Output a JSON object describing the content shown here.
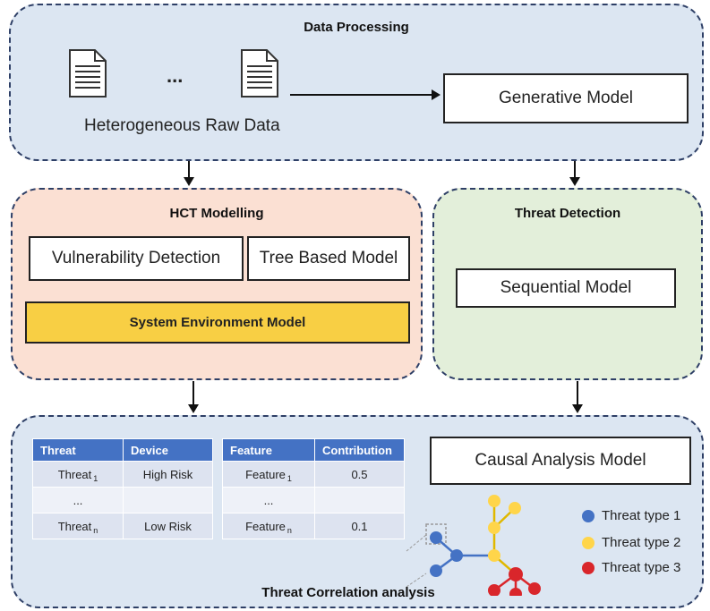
{
  "data_processing": {
    "title": "Data Processing",
    "ellipsis": "...",
    "raw_data_label": "Heterogeneous Raw Data",
    "generative_model": "Generative Model"
  },
  "hct_modelling": {
    "title": "HCT Modelling",
    "vulnerability_detection": "Vulnerability Detection",
    "tree_based_model": "Tree Based Model",
    "system_environment_model": "System Environment Model"
  },
  "threat_detection": {
    "title": "Threat Detection",
    "sequential_model": "Sequential Model"
  },
  "correlation": {
    "title": "Threat Correlation analysis",
    "causal_model": "Causal Analysis Model",
    "threat_table": {
      "headers": [
        "Threat",
        "Device"
      ],
      "rows": [
        {
          "name": "Threat",
          "sub": "1",
          "value": "High Risk"
        },
        {
          "name": "...",
          "sub": "",
          "value": ""
        },
        {
          "name": "Threat",
          "sub": "n",
          "value": "Low Risk"
        }
      ]
    },
    "feature_table": {
      "headers": [
        "Feature",
        "Contribution"
      ],
      "rows": [
        {
          "name": "Feature",
          "sub": "1",
          "value": "0.5"
        },
        {
          "name": "...",
          "sub": "",
          "value": ""
        },
        {
          "name": "Feature",
          "sub": "n",
          "value": "0.1"
        }
      ]
    },
    "legend": [
      {
        "label": "Threat type 1",
        "color": "#4472c4"
      },
      {
        "label": "Threat type 2",
        "color": "#ffd54a"
      },
      {
        "label": "Threat type 3",
        "color": "#d9262b"
      }
    ]
  },
  "colors": {
    "panel_blue": "#dce6f2",
    "panel_orange": "#fbe0d3",
    "panel_green": "#e3efda",
    "system_env": "#f8cf44",
    "header_blue": "#4472c4"
  }
}
